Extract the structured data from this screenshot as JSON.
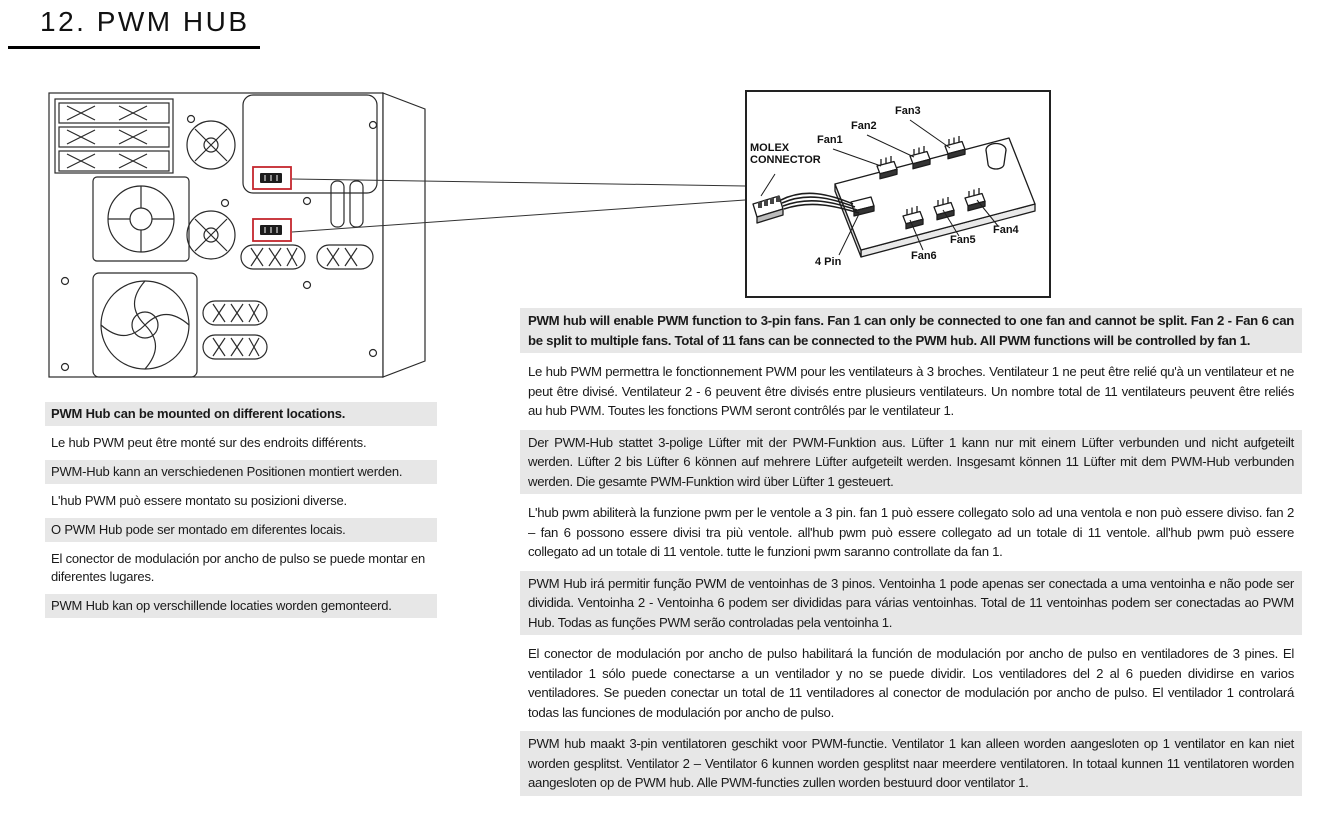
{
  "colors": {
    "accent-red": "#c4262e",
    "shade-grey": "#e7e7e7",
    "ink": "#1a1a1a"
  },
  "page": {
    "title": "12. PWM HUB"
  },
  "hub_diagram": {
    "molex_label": "MOLEX CONNECTOR",
    "pin4_label": "4 Pin",
    "fan_labels": [
      "Fan1",
      "Fan2",
      "Fan3",
      "Fan4",
      "Fan5",
      "Fan6"
    ]
  },
  "mount_notes": [
    {
      "lang": "en",
      "text": "PWM Hub can be mounted on different locations."
    },
    {
      "lang": "fr",
      "text": "Le hub PWM peut être monté sur des endroits différents."
    },
    {
      "lang": "de",
      "text": "PWM-Hub kann an verschiedenen Positionen montiert werden."
    },
    {
      "lang": "it",
      "text": "L'hub PWM può essere montato su posizioni diverse."
    },
    {
      "lang": "pt",
      "text": "O PWM Hub pode ser montado em diferentes locais."
    },
    {
      "lang": "es",
      "text": "El conector de modulación por ancho de pulso se puede montar en diferentes lugares."
    },
    {
      "lang": "nl",
      "text": "PWM Hub kan op verschillende locaties worden gemonteerd."
    }
  ],
  "pwm_info": [
    {
      "lang": "en",
      "text": "PWM hub will enable PWM function to 3-pin fans. Fan 1 can only be connected to one fan and cannot be split. Fan 2 - Fan 6 can be split to multiple fans. Total of 11 fans can be connected to the PWM hub. All PWM functions will be controlled by fan 1."
    },
    {
      "lang": "fr",
      "text": "Le hub PWM permettra le fonctionnement PWM pour les ventilateurs à 3 broches. Ventilateur 1 ne peut être relié qu'à un ventilateur et ne peut être divisé. Ventilateur 2 - 6 peuvent être divisés entre plusieurs ventilateurs.  Un nombre total de 11 ventilateurs peuvent être reliés au hub PWM. Toutes les fonctions PWM seront contrôlés par le ventilateur 1."
    },
    {
      "lang": "de",
      "text": "Der PWM-Hub stattet 3-polige Lüfter mit der PWM-Funktion aus. Lüfter 1 kann nur mit einem Lüfter verbunden und nicht aufgeteilt werden. Lüfter 2 bis Lüfter 6 können auf mehrere Lüfter aufgeteilt werden. Insgesamt können 11 Lüfter mit dem PWM-Hub verbunden werden. Die gesamte PWM-Funktion wird über Lüfter 1 gesteuert."
    },
    {
      "lang": "it",
      "text": "L'hub pwm abiliterà la funzione pwm per le ventole a 3 pin. fan 1 può essere collegato solo ad una ventola e non può essere diviso. fan 2 – fan 6 possono essere divisi tra più ventole. all'hub pwm può essere collegato ad un totale di 11 ventole. all'hub pwm può essere collegato ad un totale di 11 ventole. tutte le funzioni pwm saranno controllate da fan 1."
    },
    {
      "lang": "pt",
      "text": "PWM Hub irá permitir função PWM de ventoinhas de 3 pinos. Ventoinha 1 pode apenas ser conectada a uma ventoinha e não pode ser dividida. Ventoinha 2 - Ventoinha  6 podem ser divididas para várias ventoinhas. Total de 11 ventoinhas podem ser conectadas ao PWM Hub. Todas as funções PWM serão controladas pela ventoinha 1."
    },
    {
      "lang": "es",
      "text": "El conector de modulación por ancho de pulso  habilitará la función de modulación por ancho de pulso en ventiladores de 3 pines. El ventilador 1 sólo puede conectarse a un ventilador y no se puede dividir. Los ventiladores del 2 al 6 pueden dividirse en varios ventiladores. Se pueden conectar un total de 11 ventiladores al conector de modulación por ancho de pulso. El ventilador 1 controlará todas las funciones de modulación por ancho de pulso."
    },
    {
      "lang": "nl",
      "text": "PWM hub maakt 3-pin ventilatoren geschikt voor PWM-functie. Ventilator 1 kan alleen worden aangesloten op 1 ventilator en kan niet worden gesplitst. Ventilator 2 – Ventilator 6 kunnen worden gesplitst naar meerdere ventilatoren. In totaal kunnen 11 ventilatoren worden aangesloten op de PWM hub.  Alle PWM-functies zullen worden bestuurd door ventilator 1."
    }
  ]
}
